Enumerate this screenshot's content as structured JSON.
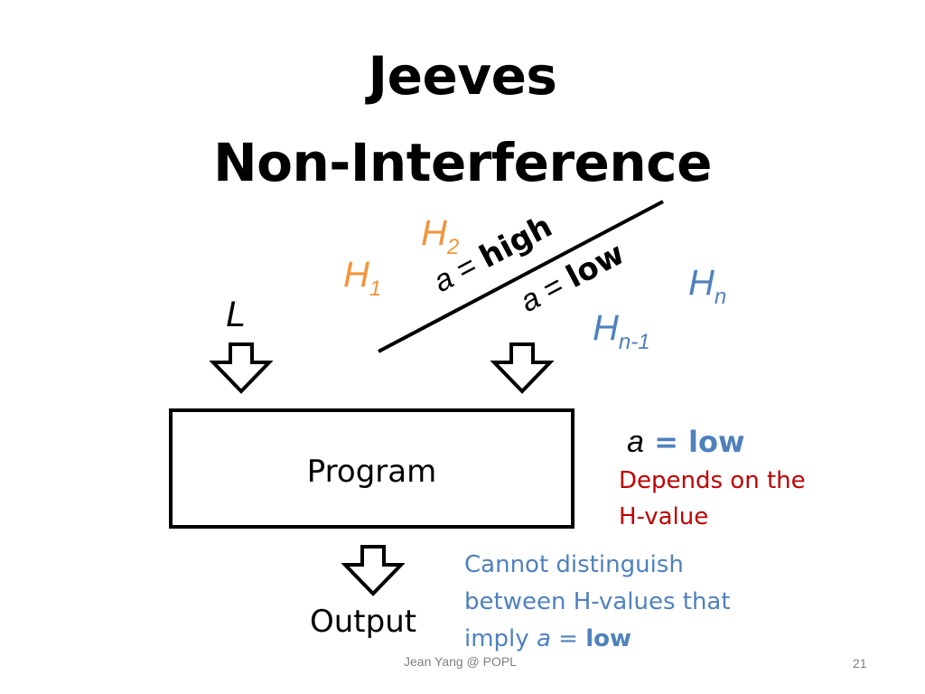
{
  "slide": {
    "title_line1": "Jeeves",
    "title_line2": "Non-Interference",
    "footer": "Jean Yang @ POPL",
    "page_number": "21"
  },
  "labels": {
    "h1": {
      "base": "H",
      "sub": "1"
    },
    "h2": {
      "base": "H",
      "sub": "2"
    },
    "hn": {
      "base": "H",
      "sub": "n"
    },
    "hn1": {
      "base": "H",
      "sub": "n-1"
    },
    "l": "L"
  },
  "divider": {
    "high_var": "a",
    "high_eq": " = ",
    "high_val": "high",
    "low_var": "a",
    "low_eq": " = ",
    "low_val": "low"
  },
  "program": {
    "label": "Program",
    "output_label": "Output"
  },
  "annotation_right": {
    "var": "a",
    "eq": " = low",
    "line1": "Depends on the",
    "line2": "H-value"
  },
  "annotation_bottom": {
    "line1": "Cannot distinguish",
    "line2": "between H-values that",
    "line3_prefix": "imply ",
    "line3_var": "a",
    "line3_eq": " = ",
    "line3_val": "low"
  },
  "colors": {
    "orange": "#f0953b",
    "blue": "#4f81bd",
    "red": "#c00000",
    "footer_gray": "#7f7f7f"
  }
}
